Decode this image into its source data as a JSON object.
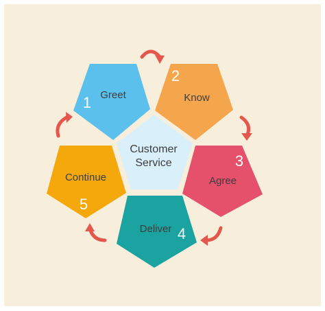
{
  "diagram": {
    "background_color": "#f7efdc",
    "center": {
      "line1": "Customer",
      "line2": "Service",
      "color": "#d9eff9"
    },
    "arrow_color": "#e4574c",
    "steps": [
      {
        "number": "1",
        "label": "Greet",
        "color": "#5bc0eb"
      },
      {
        "number": "2",
        "label": "Know",
        "color": "#f5a64d"
      },
      {
        "number": "3",
        "label": "Agree",
        "color": "#e5506b"
      },
      {
        "number": "4",
        "label": "Deliver",
        "color": "#1aa3a0"
      },
      {
        "number": "5",
        "label": "Continue",
        "color": "#f4a80b"
      }
    ]
  }
}
